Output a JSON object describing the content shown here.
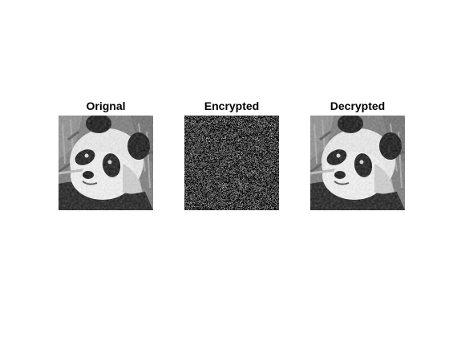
{
  "figure": {
    "background": "#ffffff",
    "panels": [
      {
        "title": "Orignal",
        "image": "panda-photo-grayscale"
      },
      {
        "title": "Encrypted",
        "image": "random-noise-grayscale"
      },
      {
        "title": "Decrypted",
        "image": "panda-photo-grayscale"
      }
    ]
  }
}
